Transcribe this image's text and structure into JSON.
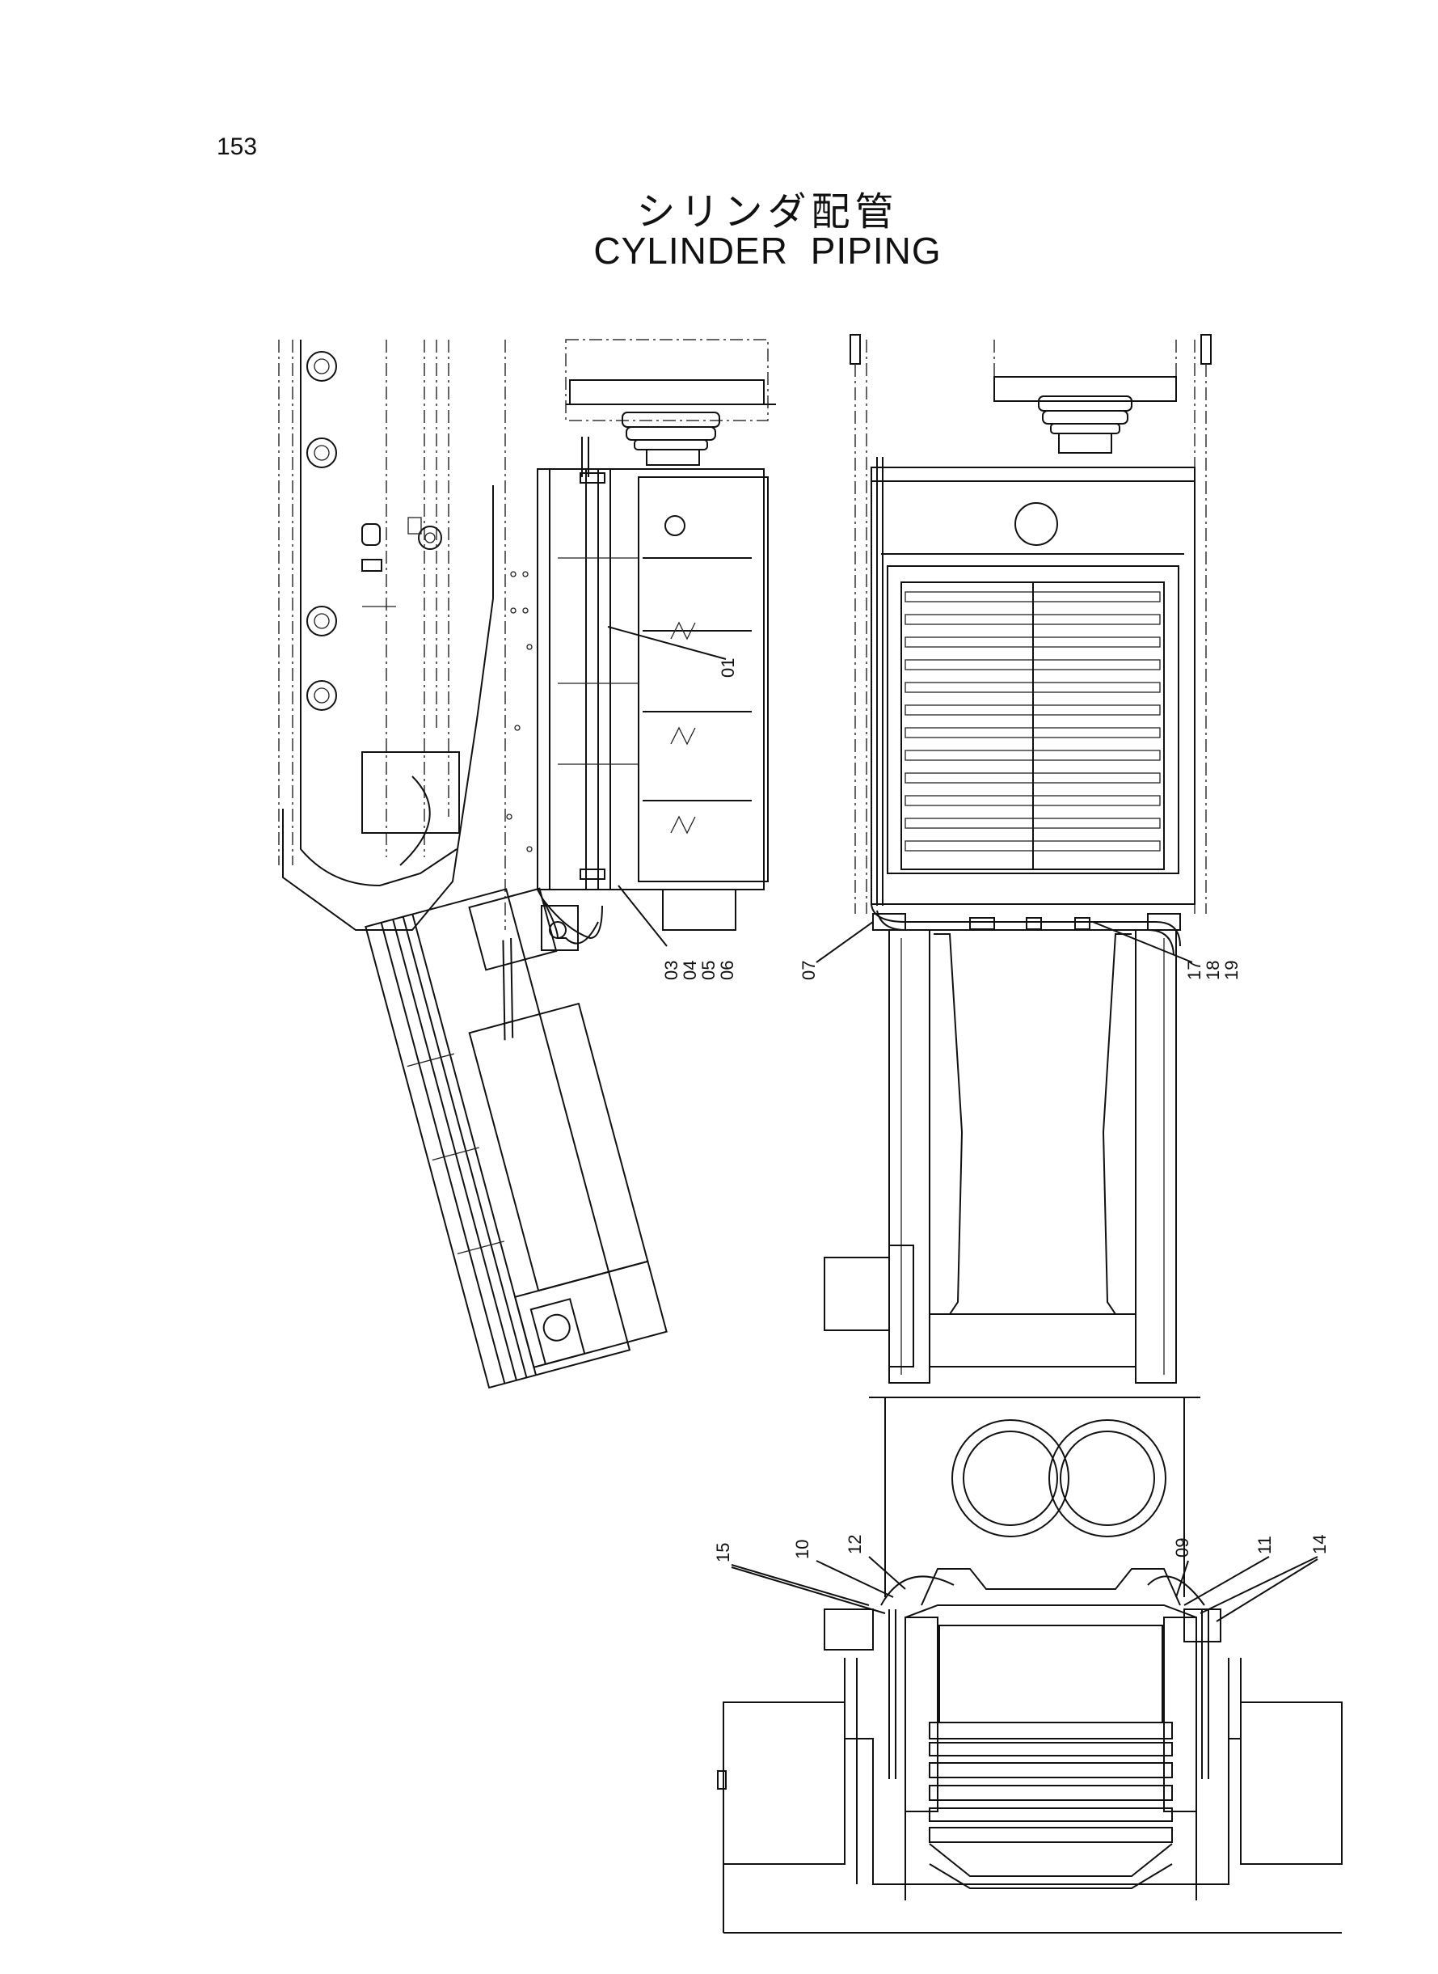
{
  "page_number": "153",
  "title_jp": "シリンダ配管",
  "title_en": "CYLINDER PIPING",
  "callouts": {
    "c01": "01",
    "c03": "03",
    "c04": "04",
    "c05": "05",
    "c06": "06",
    "c07": "07",
    "c17": "17",
    "c18": "18",
    "c19": "19",
    "c09": "09",
    "c10": "10",
    "c11": "11",
    "c12": "12",
    "c14": "14",
    "c15": "15"
  }
}
